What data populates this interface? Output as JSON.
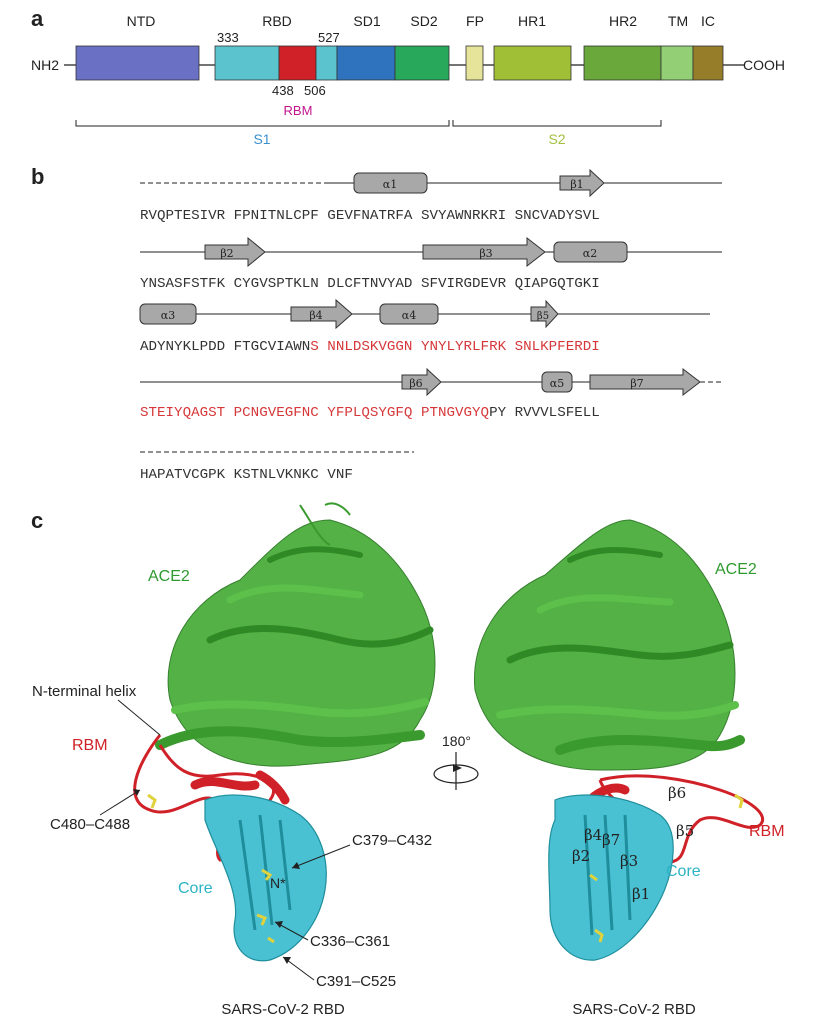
{
  "panels": {
    "a": "a",
    "b": "b",
    "c": "c"
  },
  "panel_a": {
    "n_term": "NH2",
    "c_term": "COOH",
    "domains": [
      {
        "label": "NTD",
        "color": "#6a70c4"
      },
      {
        "label": "RBD",
        "color": "#5bc3ce"
      },
      {
        "label": "SD1",
        "color": "#2f73bf"
      },
      {
        "label": "SD2",
        "color": "#27a85a"
      },
      {
        "label": "FP",
        "color": "#e6e49a"
      },
      {
        "label": "HR1",
        "color": "#a0bf36"
      },
      {
        "label": "HR2",
        "color": "#6aa83b"
      },
      {
        "label": "TM",
        "color": "#93cf74"
      },
      {
        "label": "IC",
        "color": "#957d2a"
      }
    ],
    "rbm_color": "#cf2127",
    "positions": {
      "rbd_start": "333",
      "rbd_end": "527",
      "rbm_start": "438",
      "rbm_end": "506"
    },
    "rbm_label": "RBM",
    "rbm_label_color": "#c0148c",
    "s1": {
      "label": "S1",
      "color": "#3a8fcf"
    },
    "s2": {
      "label": "S2",
      "color": "#a3c040"
    }
  },
  "panel_b": {
    "sequence_lines": [
      [
        {
          "t": "RVQPTESIVR FPNITNLCPF GEVFNATRFA SVYAWNRKRI SNCVADYSVL",
          "red": false
        }
      ],
      [
        {
          "t": "YNSASFSTFK CYGVSPTKLN DLCFTNVYAD SFVIRGDEVR QIAPGQTGKI",
          "red": false
        }
      ],
      [
        {
          "t": "ADYNYKLPDD FTGCVIAWN",
          "red": false
        },
        {
          "t": "S NNLDSKVGGN YNYLYRLFRK SNLKPFERDI",
          "red": true
        }
      ],
      [
        {
          "t": "STEIYQAGST PCNGVEGFNC YFPLQSYGFQ PTNGVGYQ",
          "red": true
        },
        {
          "t": "PY RVVVLSFELL",
          "red": false
        }
      ],
      [
        {
          "t": "HAPATVCGPK KSTNLVKNKC VNF",
          "red": false
        }
      ]
    ],
    "ss_labels": {
      "a1": "α1",
      "b1": "β1",
      "b2": "β2",
      "b3": "β3",
      "a2": "α2",
      "a3": "α3",
      "b4": "β4",
      "a4": "α4",
      "b5": "β5",
      "b6": "β6",
      "a5": "α5",
      "b7": "β7"
    },
    "seq_red": "#d6383a"
  },
  "panel_c": {
    "ace2_left": "ACE2",
    "ace2_right": "ACE2",
    "n_terminal_helix": "N-terminal helix",
    "rbm_left": "RBM",
    "rbm_right": "RBM",
    "angle": "180°",
    "c480": "C480–C488",
    "c379": "C379–C432",
    "c336": "C336–C361",
    "c391": "C391–C525",
    "core_left": "Core",
    "core_right": "Core",
    "n_star": "N*",
    "strands": {
      "b6": "β6",
      "b5": "β5",
      "b4": "β4",
      "b7": "β7",
      "b2": "β2",
      "b3": "β3",
      "b1": "β1"
    },
    "caption_left": "SARS-CoV-2 RBD",
    "caption_right": "SARS-CoV-2 RBD",
    "colors": {
      "ace2": "#3aa33a",
      "rbm": "#cf2127",
      "core": "#2ab3c4",
      "disulfide": "#e0d23c"
    }
  }
}
